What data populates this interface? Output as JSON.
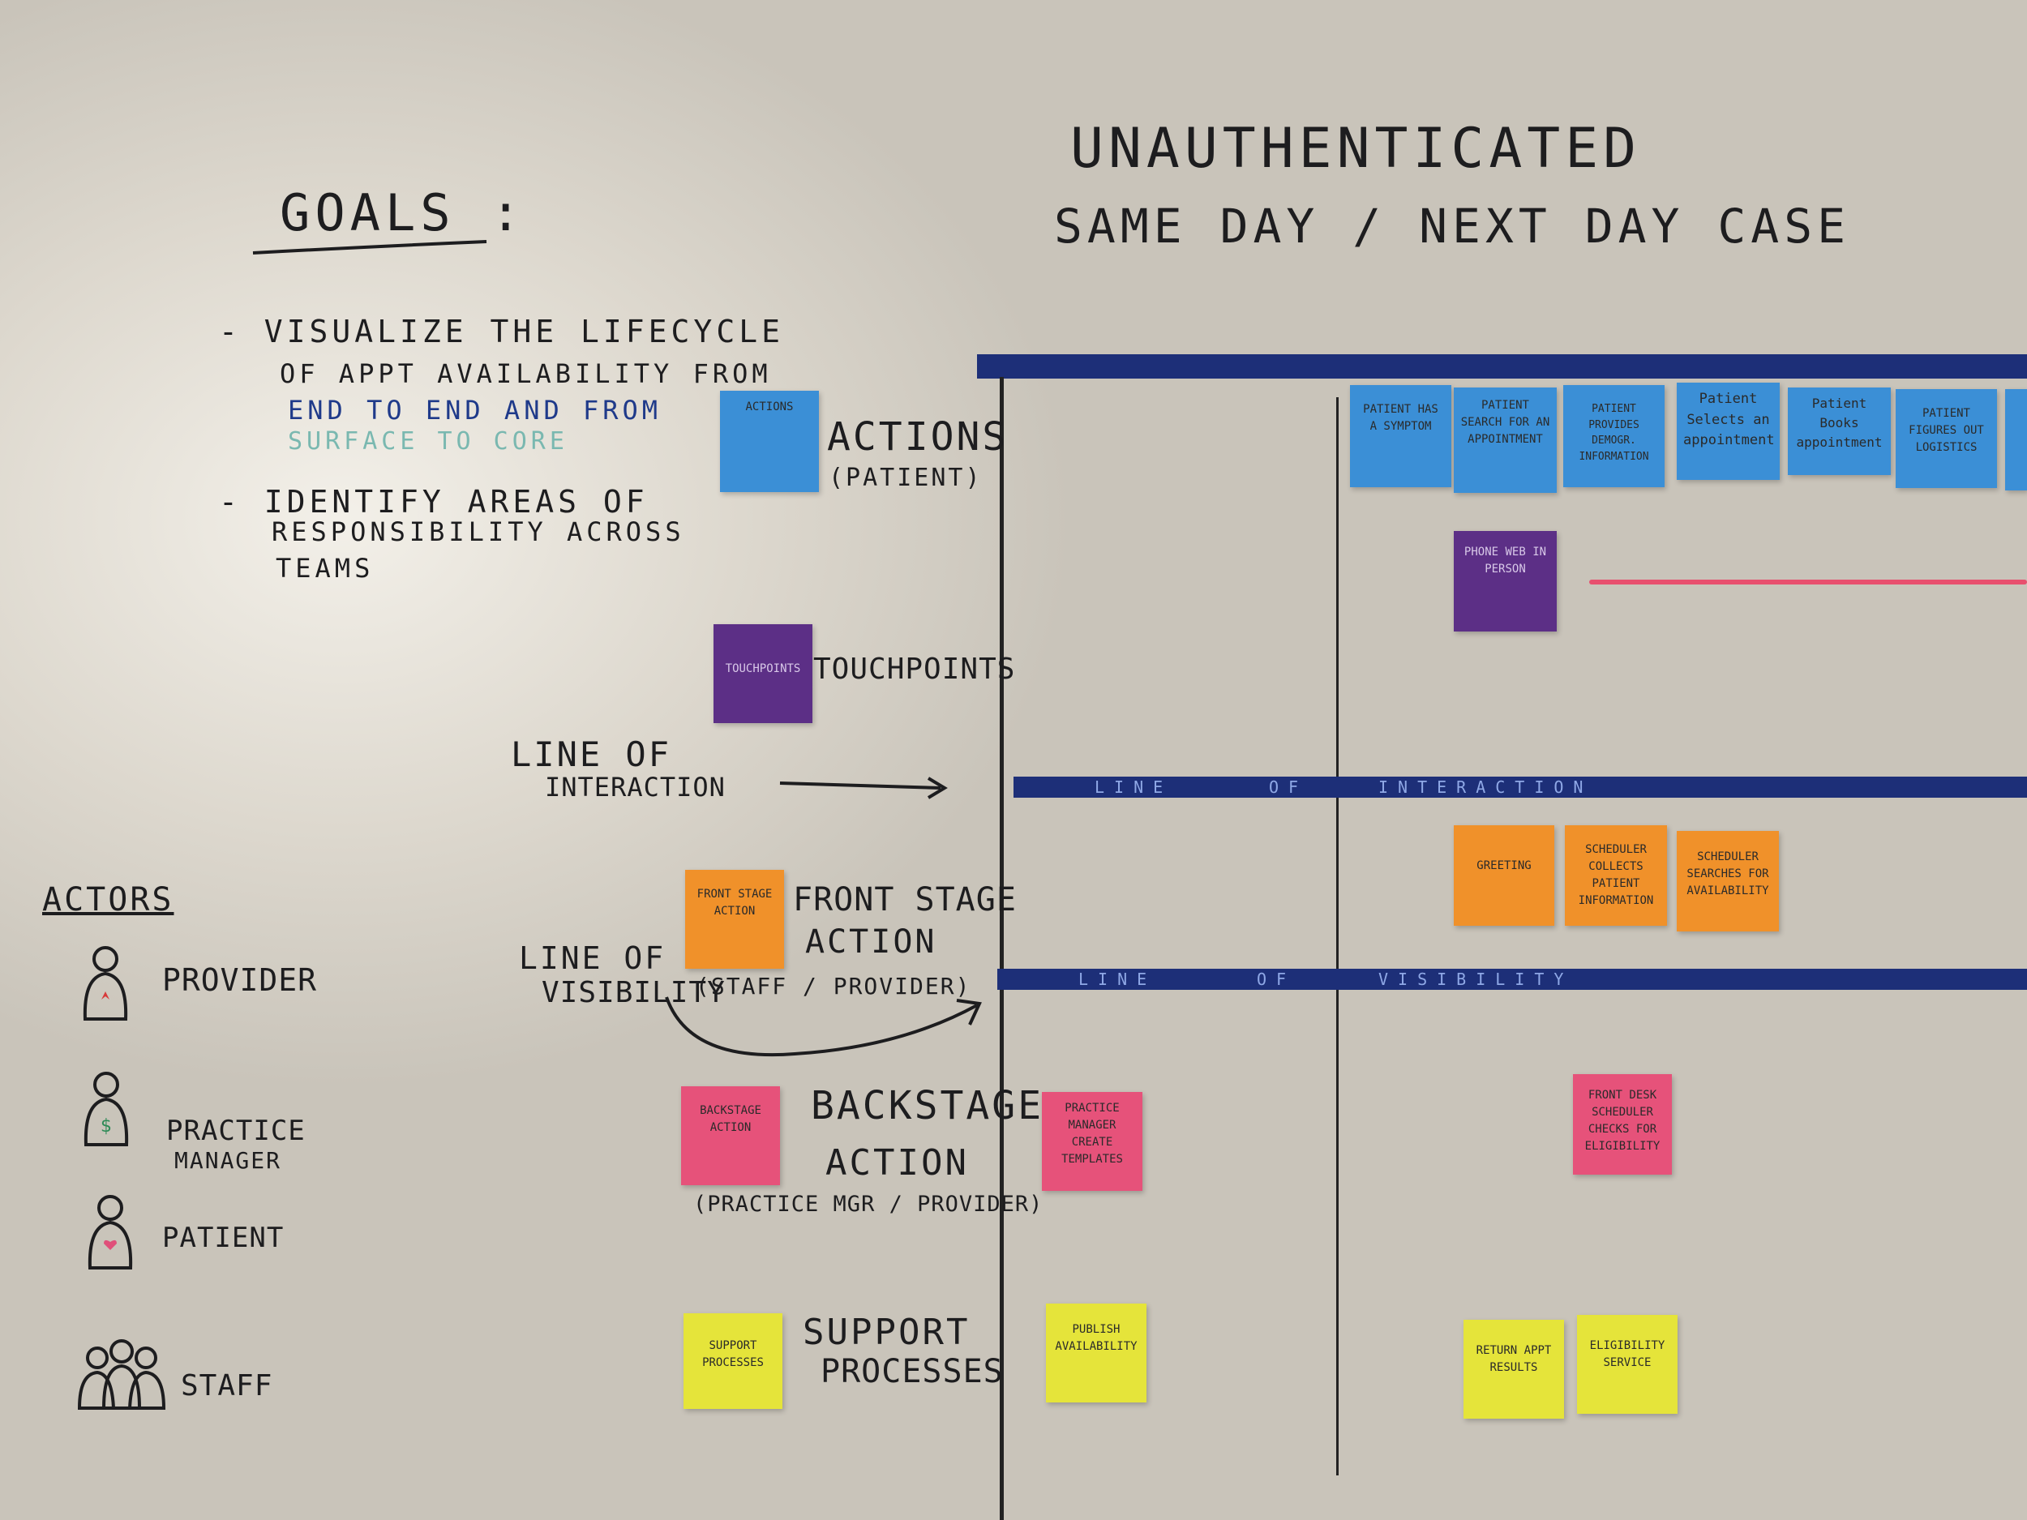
{
  "board": {
    "title_line1": "UNAUTHENTICATED",
    "title_line2": "SAME DAY / NEXT DAY CASE",
    "goals": {
      "heading": "GOALS :",
      "goal1_line1": "- VISUALIZE THE LIFECYCLE",
      "goal1_line2": "OF APPT AVAILABILITY FROM",
      "goal1_line3": "END TO END AND FROM",
      "goal1_line4": "SURFACE TO CORE",
      "goal2_line1": "- IDENTIFY AREAS OF",
      "goal2_line2": "RESPONSIBILITY ACROSS",
      "goal2_line3": "TEAMS"
    },
    "colors": {
      "end_to_end": "#1f3a8a",
      "surface_to_core": "#7ab8b0",
      "tape": "#1d2f78"
    },
    "lanes": {
      "actions_label": "ACTIONS",
      "actions_sub": "(PATIENT)",
      "touchpoints_label": "TOUCHPOINTS",
      "line_interaction_1": "LINE OF",
      "line_interaction_2": "INTERACTION",
      "frontstage_1": "FRONT STAGE",
      "frontstage_2": "ACTION",
      "frontstage_sub": "(STAFF / PROVIDER)",
      "line_visibility_1": "LINE OF",
      "line_visibility_2": "VISIBILITY",
      "backstage_1": "BACKSTAGE",
      "backstage_2": "ACTION",
      "backstage_sub": "(PRACTICE MGR / PROVIDER)",
      "support_1": "SUPPORT",
      "support_2": "PROCESSES"
    },
    "tapes": {
      "interaction": [
        "LINE",
        "OF",
        "INTERACTION"
      ],
      "visibility": [
        "LINE",
        "OF",
        "VISIBILITY"
      ]
    },
    "legend_stickies": {
      "actions": "ACTIONS",
      "touchpoints": "TOUCHPOINTS",
      "frontstage": "FRONT STAGE ACTION",
      "backstage": "BACKSTAGE ACTION",
      "support": "SUPPORT PROCESSES"
    },
    "actors": {
      "heading": "ACTORS",
      "provider": "PROVIDER",
      "practice_manager_1": "PRACTICE",
      "practice_manager_2": "MANAGER",
      "patient": "PATIENT",
      "staff": "STAFF"
    },
    "stickies": {
      "a1": "PATIENT HAS A SYMPTOM",
      "a2": "PATIENT SEARCH FOR AN APPOINTMENT",
      "a3": "PATIENT PROVIDES DEMOGR. INFORMATION",
      "a4": "Patient Selects an appointment",
      "a5": "Patient Books appointment",
      "a6": "PATIENT FIGURES OUT LOGISTICS",
      "t1": "PHONE WEB IN PERSON",
      "f1": "GREETING",
      "f2": "SCHEDULER COLLECTS PATIENT INFORMATION",
      "f3": "SCHEDULER SEARCHES FOR AVAILABILITY",
      "b1": "PRACTICE MANAGER CREATE TEMPLATES",
      "b2": "FRONT DESK SCHEDULER CHECKS FOR ELIGIBILITY",
      "s1": "PUBLISH AVAILABILITY",
      "s2": "RETURN APPT RESULTS",
      "s3": "ELIGIBILITY SERVICE"
    }
  }
}
